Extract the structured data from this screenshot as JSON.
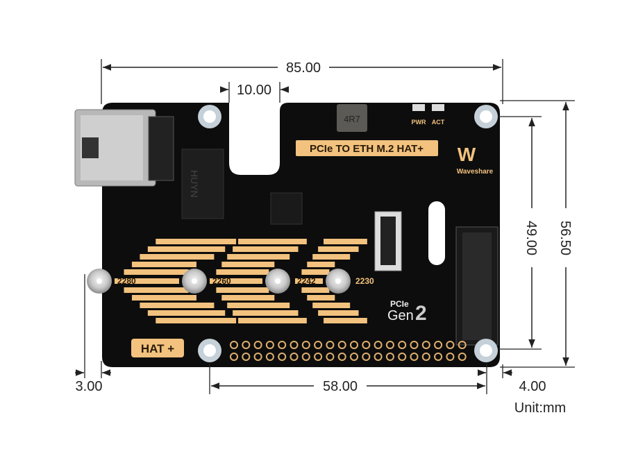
{
  "dimensions": {
    "width_total": "85.00",
    "notch_width": "10.00",
    "left_offset": "3.00",
    "hole_spacing_horizontal": "58.00",
    "right_offset": "4.00",
    "hole_spacing_vertical": "49.00",
    "height_total": "56.50",
    "unit": "Unit:mm"
  },
  "board": {
    "title": "PCIe TO ETH M.2 HAT+",
    "brand": "Waveshare",
    "brand_mark": "W",
    "inductor_marking": "4R7",
    "led_labels": [
      "PWR",
      "ACT"
    ],
    "chip_marking": "HUYN",
    "m2_sizes": [
      "2280",
      "2260",
      "2242",
      "2230"
    ],
    "pcie_label": "PCIe",
    "gen_label": "Gen",
    "gen_number": "2",
    "hat_label": "HAT +"
  },
  "colors": {
    "board": "#0d0d0d",
    "gold": "#f2c27e",
    "dimension": "#222222"
  }
}
